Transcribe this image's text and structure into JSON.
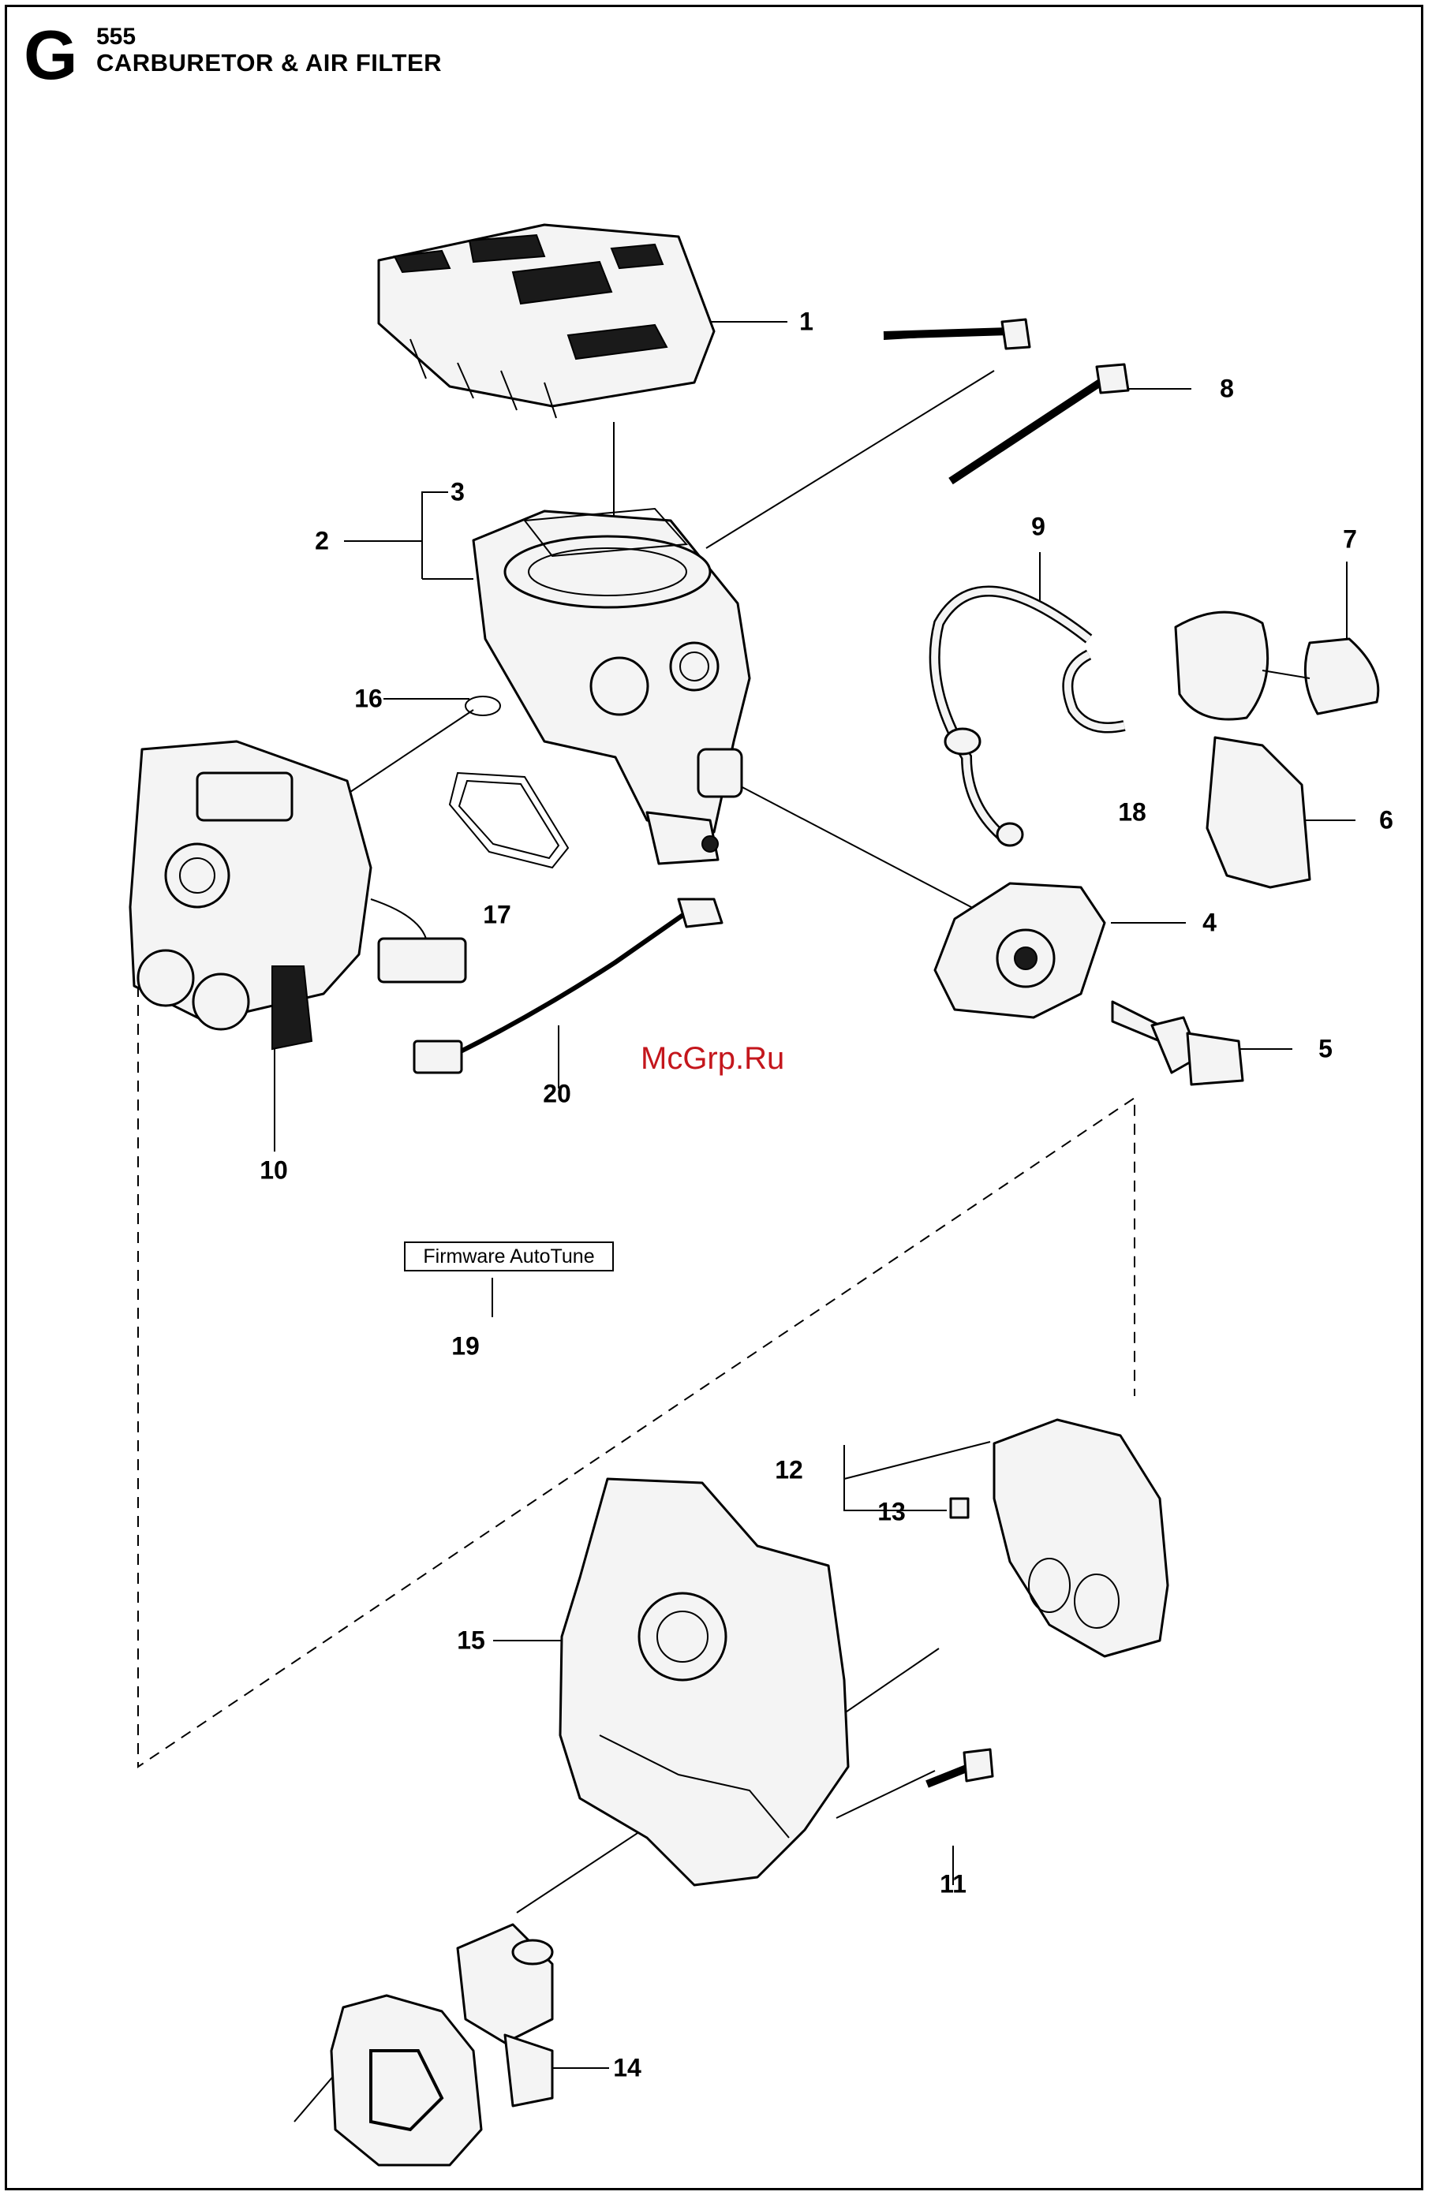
{
  "header": {
    "section_letter": "G",
    "model": "555",
    "title": "CARBURETOR & AIR FILTER"
  },
  "callouts": [
    {
      "id": "1",
      "label": "1"
    },
    {
      "id": "2",
      "label": "2"
    },
    {
      "id": "3",
      "label": "3"
    },
    {
      "id": "4",
      "label": "4"
    },
    {
      "id": "5",
      "label": "5"
    },
    {
      "id": "6",
      "label": "6"
    },
    {
      "id": "7",
      "label": "7"
    },
    {
      "id": "8",
      "label": "8"
    },
    {
      "id": "9",
      "label": "9"
    },
    {
      "id": "10",
      "label": "10"
    },
    {
      "id": "11",
      "label": "11"
    },
    {
      "id": "12",
      "label": "12"
    },
    {
      "id": "13",
      "label": "13"
    },
    {
      "id": "14",
      "label": "14"
    },
    {
      "id": "15",
      "label": "15"
    },
    {
      "id": "16",
      "label": "16"
    },
    {
      "id": "17",
      "label": "17"
    },
    {
      "id": "18",
      "label": "18"
    },
    {
      "id": "19",
      "label": "19"
    },
    {
      "id": "20",
      "label": "20"
    }
  ],
  "firmware_label": "Firmware AutoTune",
  "watermark": "McGrp.Ru"
}
